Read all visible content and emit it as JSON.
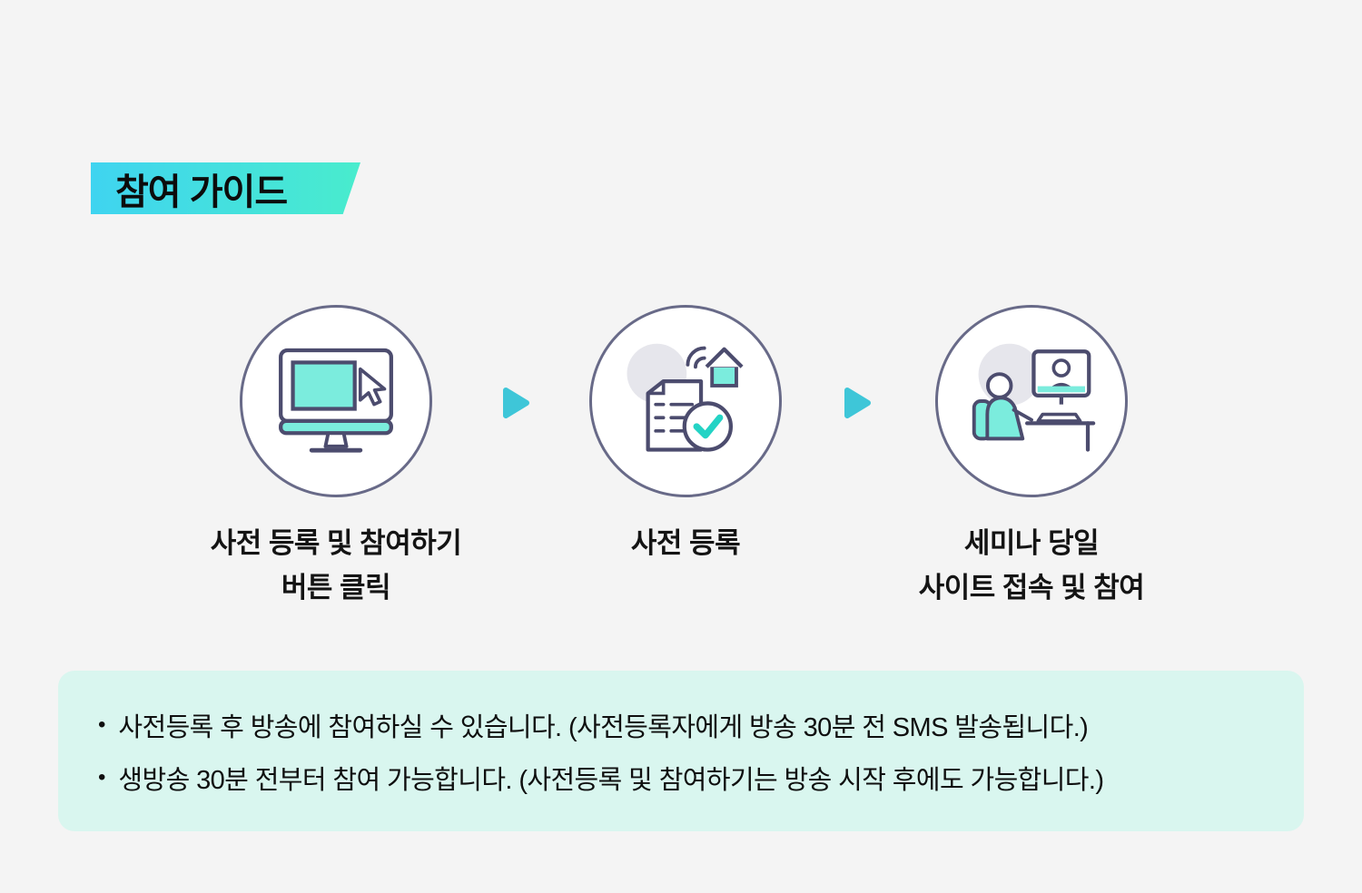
{
  "header": {
    "badge_label": "참여 가이드"
  },
  "steps": [
    {
      "icon": "monitor-cursor-icon",
      "line1": "사전 등록 및 참여하기",
      "line2": "버튼 클릭"
    },
    {
      "icon": "checklist-check-icon",
      "line1": "사전 등록",
      "line2": ""
    },
    {
      "icon": "webinar-watch-icon",
      "line1": "세미나 당일",
      "line2": "사이트 접속 및 참여"
    }
  ],
  "arrow_icon": "arrow-right-icon",
  "notes": {
    "bullet": "•",
    "items": [
      "사전등록 후 방송에 참여하실 수 있습니다. (사전등록자에게 방송 30분 전 SMS 발송됩니다.)",
      "생방송 30분 전부터 참여 가능합니다. (사전등록 및 참여하기는 방송 시작 후에도 가능합니다.)"
    ]
  },
  "colors": {
    "page-bg": "#f4f4f4",
    "text": "#141414",
    "badge-g1": "#3fd4f0",
    "badge-g2": "#49eccd",
    "circle-border": "#686a88",
    "outline": "#4c4c6e",
    "teal": "#7becdd",
    "check": "#24d3c5",
    "gray-fill": "#e6e6ec",
    "arrow": "#3ec6d8",
    "note-bg": "#d9f6ef"
  }
}
